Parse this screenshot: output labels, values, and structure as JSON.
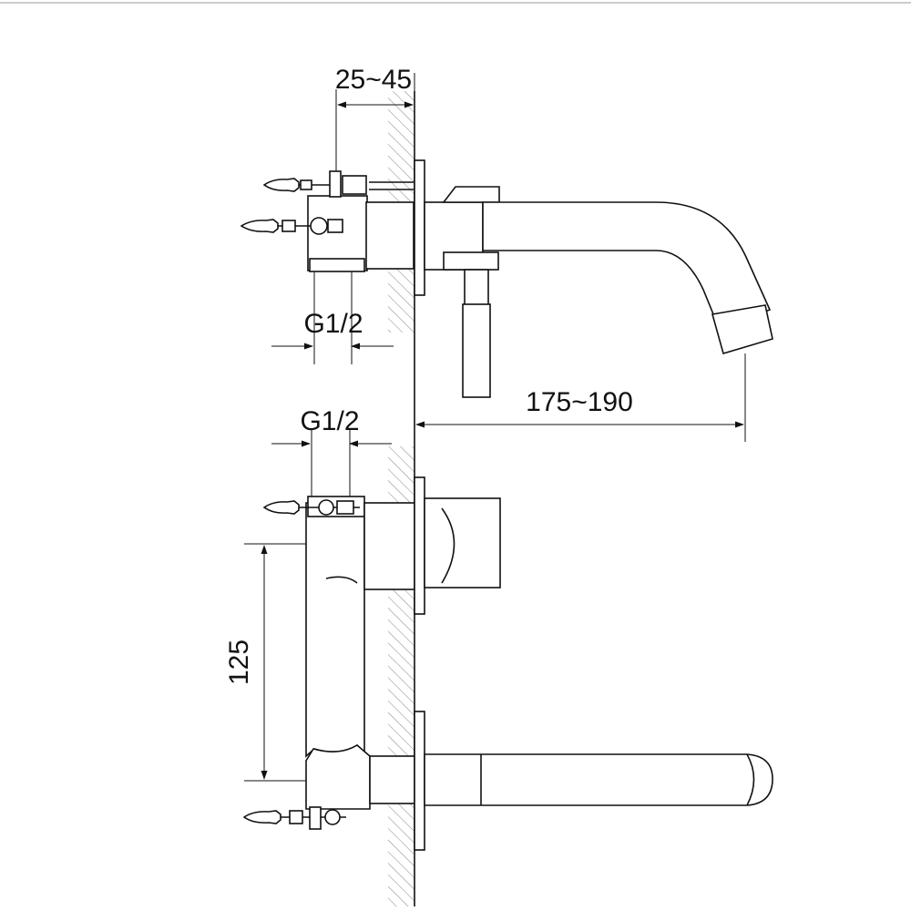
{
  "dimensions": {
    "wall_depth": "25~45",
    "top_connection": "G1/2",
    "spout_reach": "175~190",
    "side_connection": "G1/2",
    "inlet_spacing": "125"
  }
}
